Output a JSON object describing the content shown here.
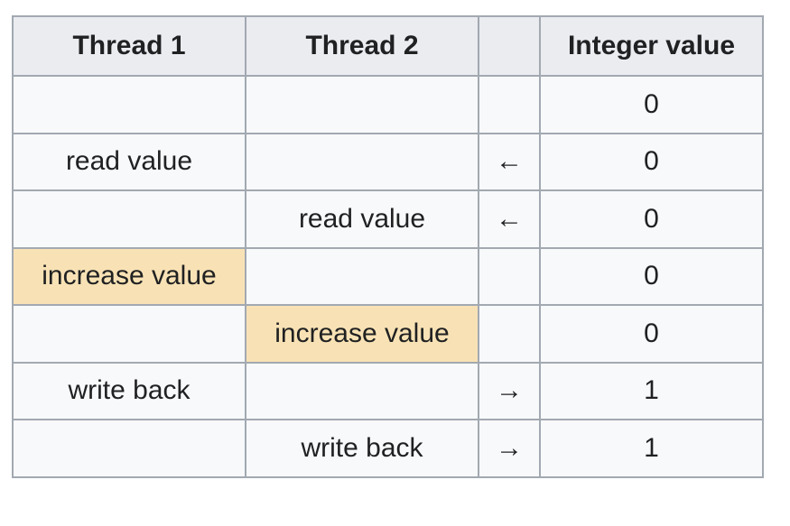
{
  "table": {
    "headers": [
      "Thread 1",
      "Thread 2",
      "",
      "Integer value"
    ],
    "rows": [
      {
        "thread1": "",
        "thread2": "",
        "arrow": "",
        "value": "0"
      },
      {
        "thread1": "read value",
        "thread2": "",
        "arrow": "←",
        "value": "0"
      },
      {
        "thread1": "",
        "thread2": "read value",
        "arrow": "←",
        "value": "0"
      },
      {
        "thread1": "increase value",
        "thread2": "",
        "arrow": "",
        "value": "0"
      },
      {
        "thread1": "",
        "thread2": "increase value",
        "arrow": "",
        "value": "0"
      },
      {
        "thread1": "write back",
        "thread2": "",
        "arrow": "→",
        "value": "1"
      },
      {
        "thread1": "",
        "thread2": "write back",
        "arrow": "→",
        "value": "1"
      }
    ]
  },
  "colors": {
    "header_bg": "#eaecf0",
    "cell_bg": "#f8f9fa",
    "highlight_bg": "#f8e2b5",
    "border": "#a2a9b1"
  }
}
